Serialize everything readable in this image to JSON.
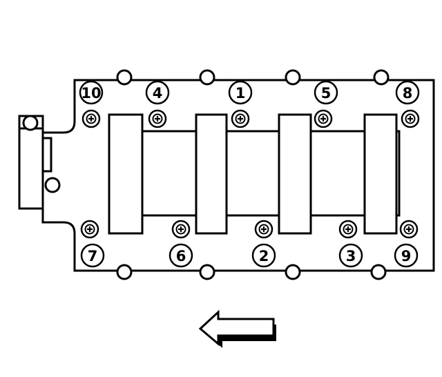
{
  "bolts": [
    {
      "label": "10"
    },
    {
      "label": "4"
    },
    {
      "label": "1"
    },
    {
      "label": "5"
    },
    {
      "label": "8"
    },
    {
      "label": "7"
    },
    {
      "label": "6"
    },
    {
      "label": "2"
    },
    {
      "label": "3"
    },
    {
      "label": "9"
    }
  ],
  "icons": {
    "bolt": "bolt-head-icon",
    "arrow": "left-arrow-icon",
    "hole": "mounting-hole-icon"
  },
  "colors": {
    "line": "#000000",
    "background": "#ffffff"
  }
}
